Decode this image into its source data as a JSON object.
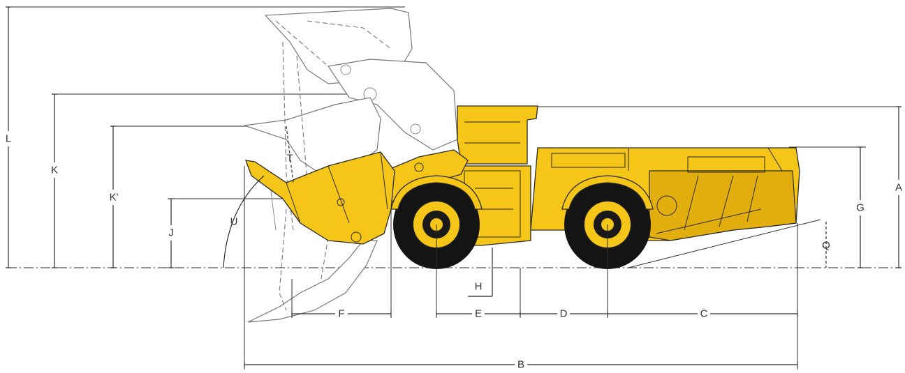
{
  "diagram": {
    "dimension_labels": {
      "A": "A",
      "B": "B",
      "C": "C",
      "D": "D",
      "E": "E",
      "F": "F",
      "G": "G",
      "H": "H",
      "J": "J",
      "K": "K",
      "K_prime": "K'",
      "L": "L",
      "Q": "Q",
      "T": "T",
      "U": "U"
    },
    "colors": {
      "machine_body": "#F5C518",
      "machine_shade": "#E2AE0E",
      "tires": "#141414",
      "lines": "#2b2b2b",
      "ghost_bucket": "#777777"
    },
    "subject": "underground-loader-side-view"
  }
}
